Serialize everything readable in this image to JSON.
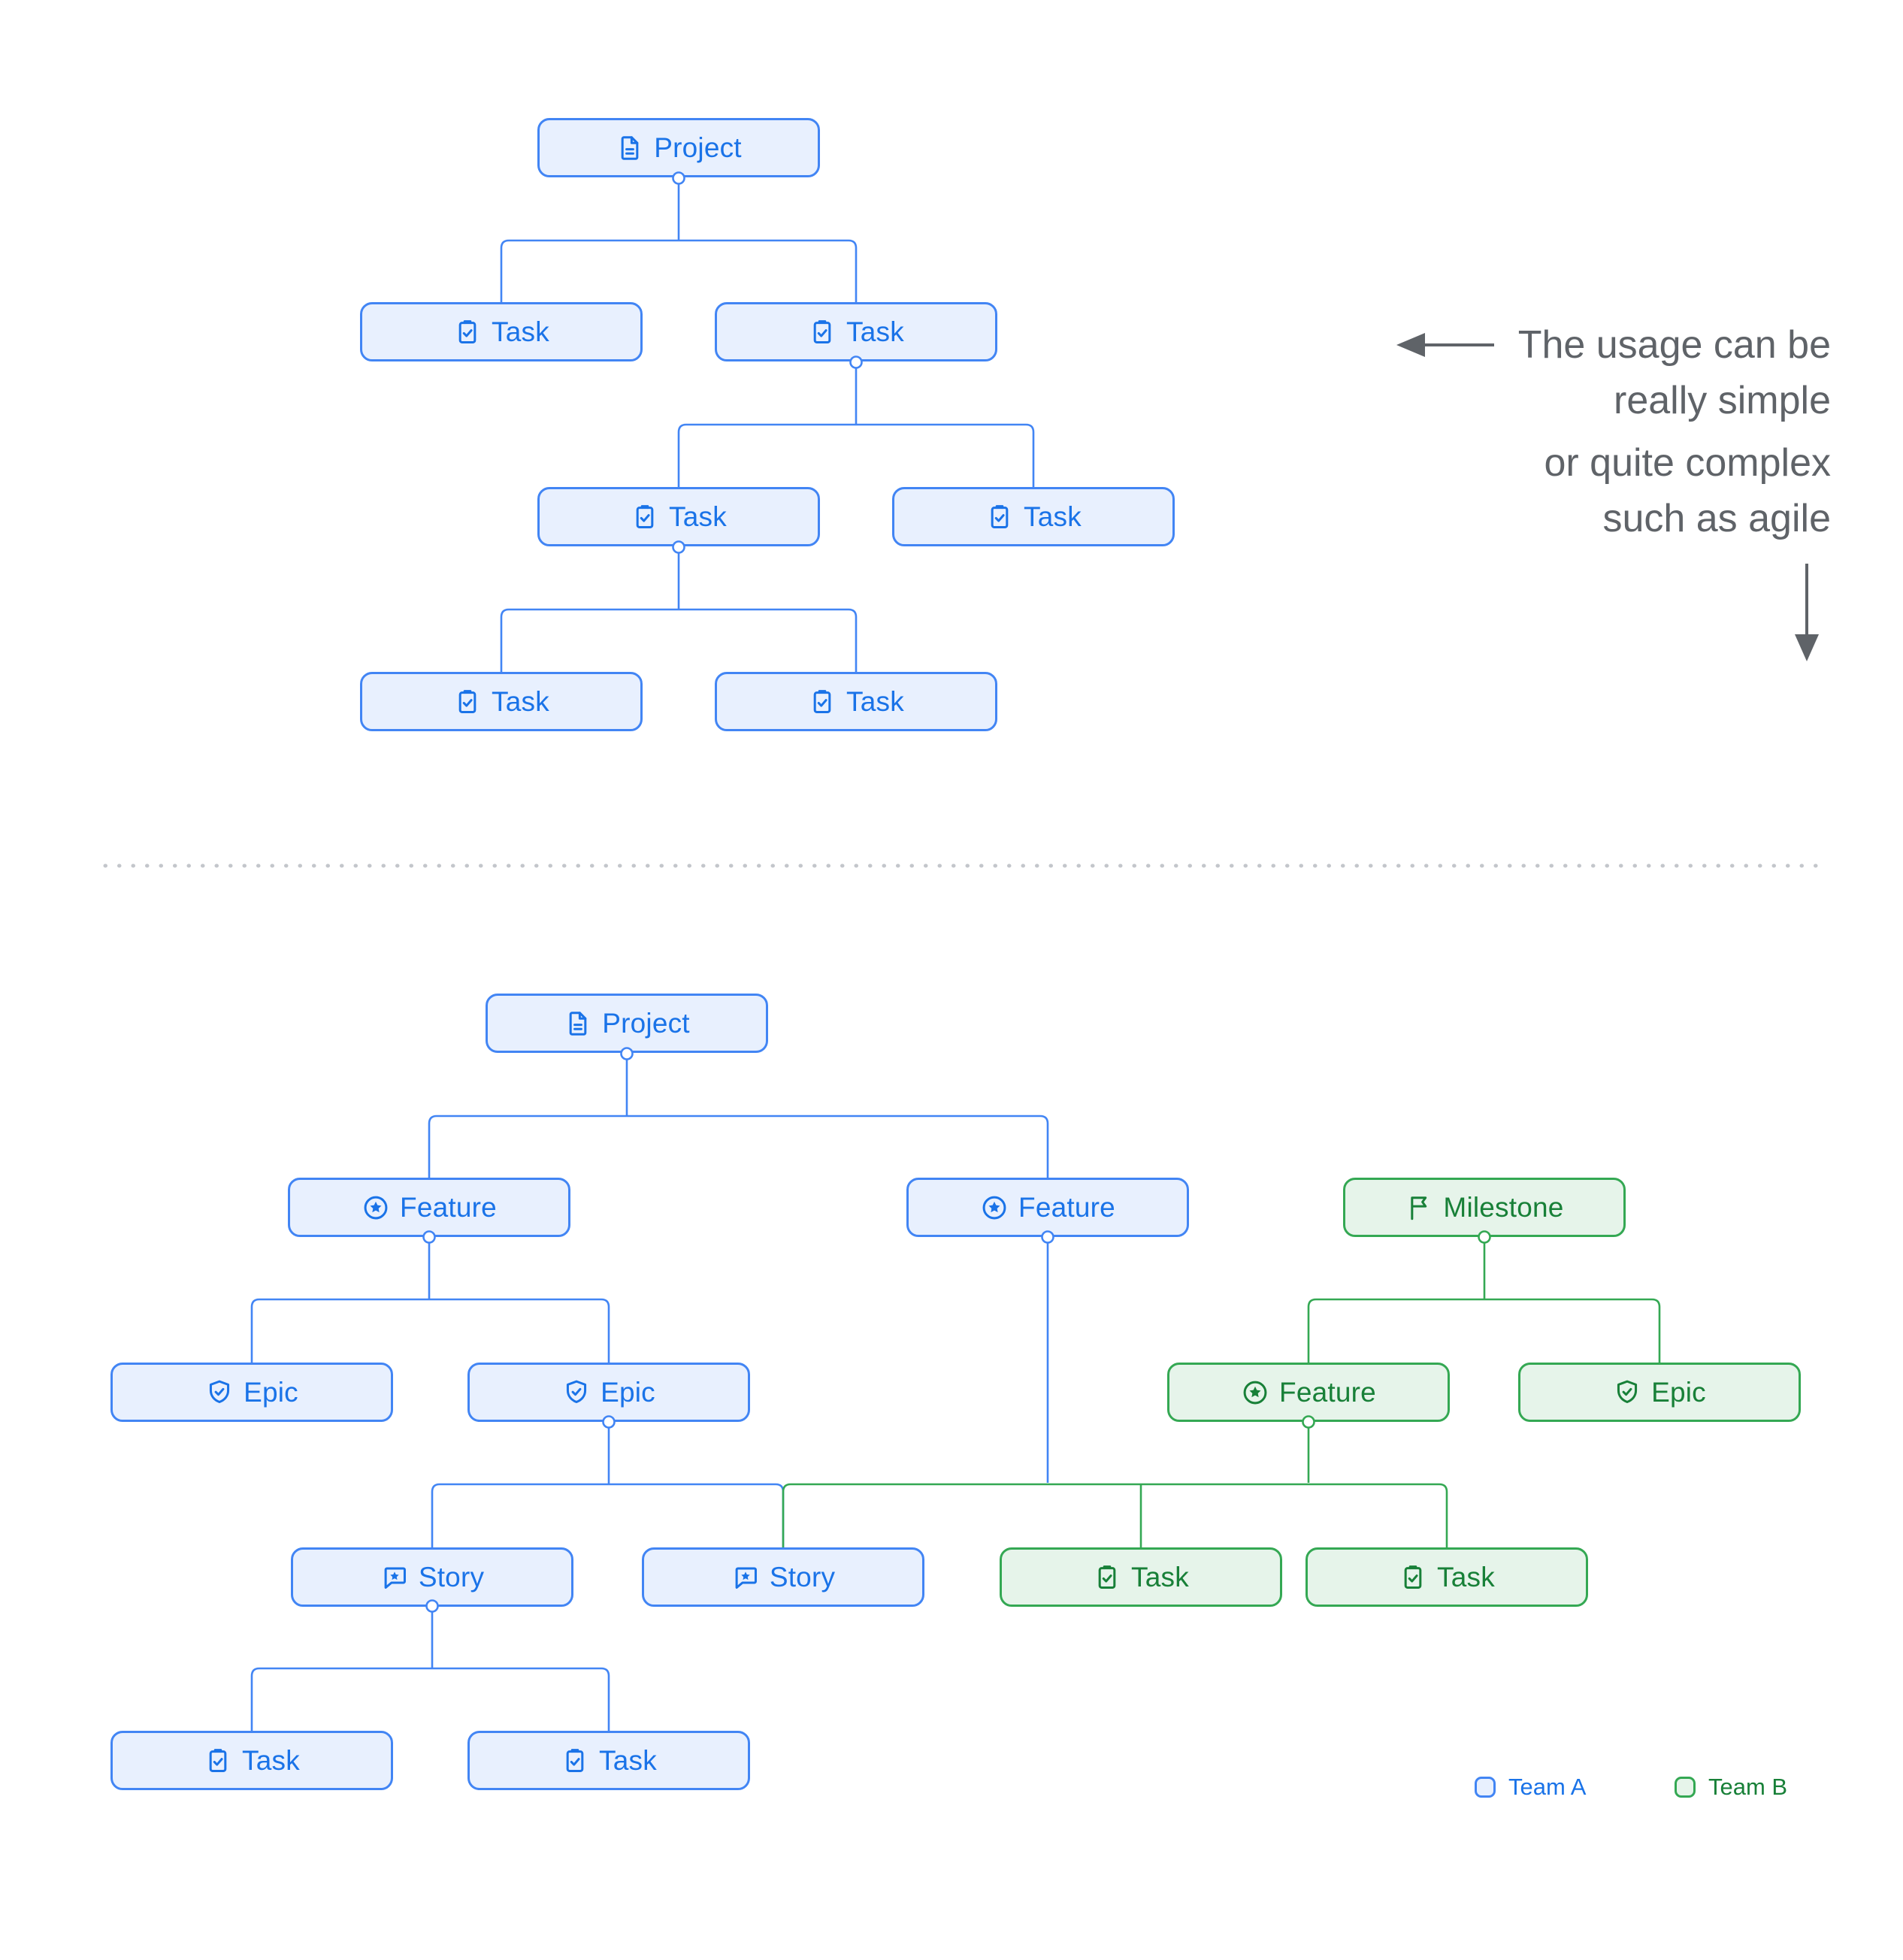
{
  "nodes": {
    "s_project": {
      "label": "Project"
    },
    "s_task1": {
      "label": "Task"
    },
    "s_task2": {
      "label": "Task"
    },
    "s_task3": {
      "label": "Task"
    },
    "s_task4": {
      "label": "Task"
    },
    "s_task5": {
      "label": "Task"
    },
    "s_task6": {
      "label": "Task"
    },
    "c_project": {
      "label": "Project"
    },
    "c_feature1": {
      "label": "Feature"
    },
    "c_feature2": {
      "label": "Feature"
    },
    "c_milestone": {
      "label": "Milestone"
    },
    "c_epic1": {
      "label": "Epic"
    },
    "c_epic2": {
      "label": "Epic"
    },
    "c_feature3": {
      "label": "Feature"
    },
    "c_epic3": {
      "label": "Epic"
    },
    "c_story1": {
      "label": "Story"
    },
    "c_story2": {
      "label": "Story"
    },
    "c_taskg1": {
      "label": "Task"
    },
    "c_taskg2": {
      "label": "Task"
    },
    "c_taskb1": {
      "label": "Task"
    },
    "c_taskb2": {
      "label": "Task"
    }
  },
  "annotation": {
    "simple_line1": "The usage can be",
    "simple_line2": "really simple",
    "complex_line1": "or quite complex",
    "complex_line2": "such as agile"
  },
  "legend": {
    "team_a": "Team A",
    "team_b": "Team B"
  },
  "colors": {
    "team_a_border": "#4285f4",
    "team_a_fill": "#e8f0fe",
    "team_a_text": "#1a73e8",
    "team_b_border": "#34a853",
    "team_b_fill": "#e6f4ea",
    "team_b_text": "#188038",
    "annotation_text": "#5f6368",
    "divider": "#c3c6cb"
  }
}
